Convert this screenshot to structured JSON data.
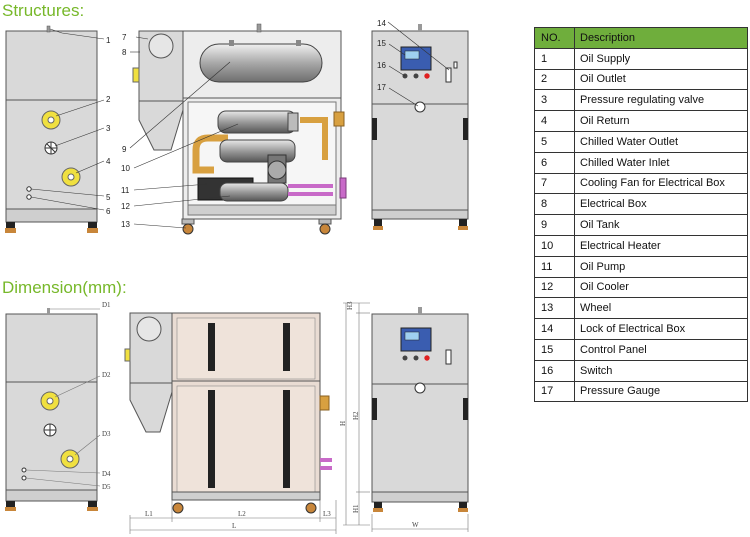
{
  "headings": {
    "structures": "Structures:",
    "dimension": "Dimension(mm):"
  },
  "legend": {
    "headers": [
      "NO.",
      "Description"
    ],
    "rows": [
      {
        "no": "1",
        "desc": "Oil Supply"
      },
      {
        "no": "2",
        "desc": "Oil Outlet"
      },
      {
        "no": "3",
        "desc": "Pressure regulating valve"
      },
      {
        "no": "4",
        "desc": "Oil Return"
      },
      {
        "no": "5",
        "desc": "Chilled Water Outlet"
      },
      {
        "no": "6",
        "desc": "Chilled Water Inlet"
      },
      {
        "no": "7",
        "desc": "Cooling Fan for Electrical Box"
      },
      {
        "no": "8",
        "desc": "Electrical Box"
      },
      {
        "no": "9",
        "desc": "Oil Tank"
      },
      {
        "no": "10",
        "desc": "Electrical Heater"
      },
      {
        "no": "11",
        "desc": "Oil Pump"
      },
      {
        "no": "12",
        "desc": "Oil Cooler"
      },
      {
        "no": "13",
        "desc": "Wheel"
      },
      {
        "no": "14",
        "desc": "Lock of Electrical Box"
      },
      {
        "no": "15",
        "desc": "Control Panel"
      },
      {
        "no": "16",
        "desc": "Switch"
      },
      {
        "no": "17",
        "desc": "Pressure Gauge"
      }
    ]
  },
  "callouts": {
    "c1": "1",
    "c2": "2",
    "c3": "3",
    "c4": "4",
    "c5": "5",
    "c6": "6",
    "c7": "7",
    "c8": "8",
    "c9": "9",
    "c10": "10",
    "c11": "11",
    "c12": "12",
    "c13": "13",
    "c14": "14",
    "c15": "15",
    "c16": "16",
    "c17": "17"
  },
  "dimensions": {
    "d1": "D1",
    "d2": "D2",
    "d3": "D3",
    "d4": "D4",
    "d5": "D5",
    "l": "L",
    "l1": "L1",
    "l2": "L2",
    "l3": "L3",
    "h": "H",
    "h1": "H1",
    "h2": "H2",
    "h3": "H3",
    "w": "W"
  },
  "colors": {
    "heading": "#77b82a",
    "table_header": "#6fae3c",
    "cabinet": "#d9d9d9",
    "fitting": "#f0e040",
    "pipe_copper": "#d8a040",
    "pipe_pink": "#c86ac8",
    "control_panel": "#3a5db0",
    "switch_red": "#e02020"
  }
}
